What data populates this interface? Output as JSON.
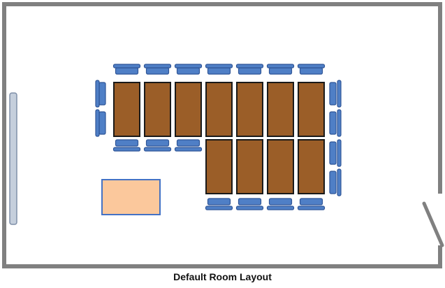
{
  "caption": "Default Room Layout",
  "colors": {
    "wall": "#808080",
    "desk_fill": "#9b5e28",
    "desk_stroke": "#1a1a1a",
    "chair_fill": "#4f7fc6",
    "chair_stroke": "#2f5597",
    "whiteboard": "#c5cfdc",
    "table_fill": "#fbc89c",
    "table_stroke": "#4472c4"
  },
  "desk_rows": [
    {
      "name": "front-row",
      "desk_count": 7
    },
    {
      "name": "back-row",
      "desk_count": 4
    }
  ]
}
